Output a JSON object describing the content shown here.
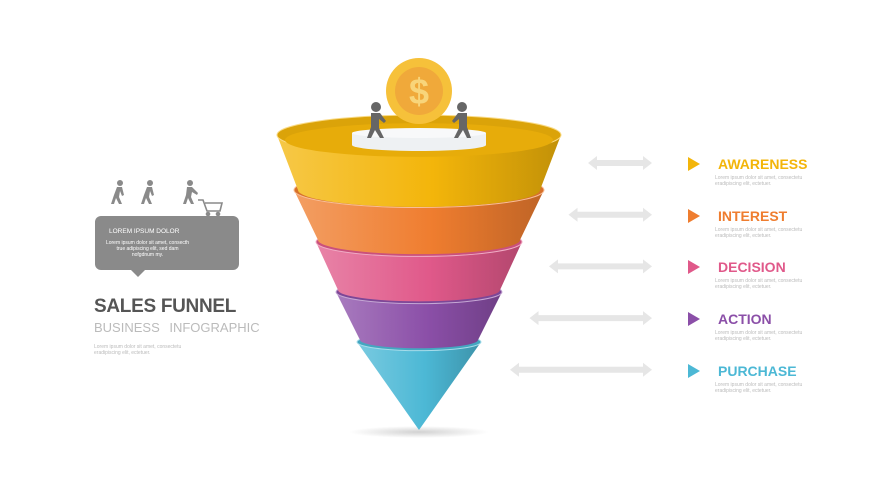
{
  "left_panel": {
    "card_title": "LOREM IPSUM DOLOR",
    "card_body": "Lorem ipsum dolor sit amet, consecth true adipiscing elit, sed dam nofgdnum my.",
    "title": "SALES FUNNEL",
    "subtitle": "BUSINESS INFOGRAPHIC",
    "description": "Lorem ipsum dolor sit amet, consectetu eradipiscing elit, ectetuer."
  },
  "icons": {
    "top": "dollar-coin-icon",
    "people": "walking-people-icon",
    "cart": "shopping-cart-icon",
    "card": "funnel-icon"
  },
  "stages": [
    {
      "label": "AWARENESS",
      "color": "#f3b50a",
      "description": "Lorem ipsum dolor sit amet, consectetu eradipiscing elit, ectetuer."
    },
    {
      "label": "INTEREST",
      "color": "#ef7d2f",
      "description": "Lorem ipsum dolor sit amet, consectetu eradipiscing elit, ectetuer."
    },
    {
      "label": "DECISION",
      "color": "#e0598a",
      "description": "Lorem ipsum dolor sit amet, consectetu eradipiscing elit, ectetuer."
    },
    {
      "label": "ACTION",
      "color": "#8b4fa8",
      "description": "Lorem ipsum dolor sit amet, consectetu eradipiscing elit, ectetuer."
    },
    {
      "label": "PURCHASE",
      "color": "#4cb8d5",
      "description": "Lorem ipsum dolor sit amet, consectetu eradipiscing elit, ectetuer."
    }
  ]
}
